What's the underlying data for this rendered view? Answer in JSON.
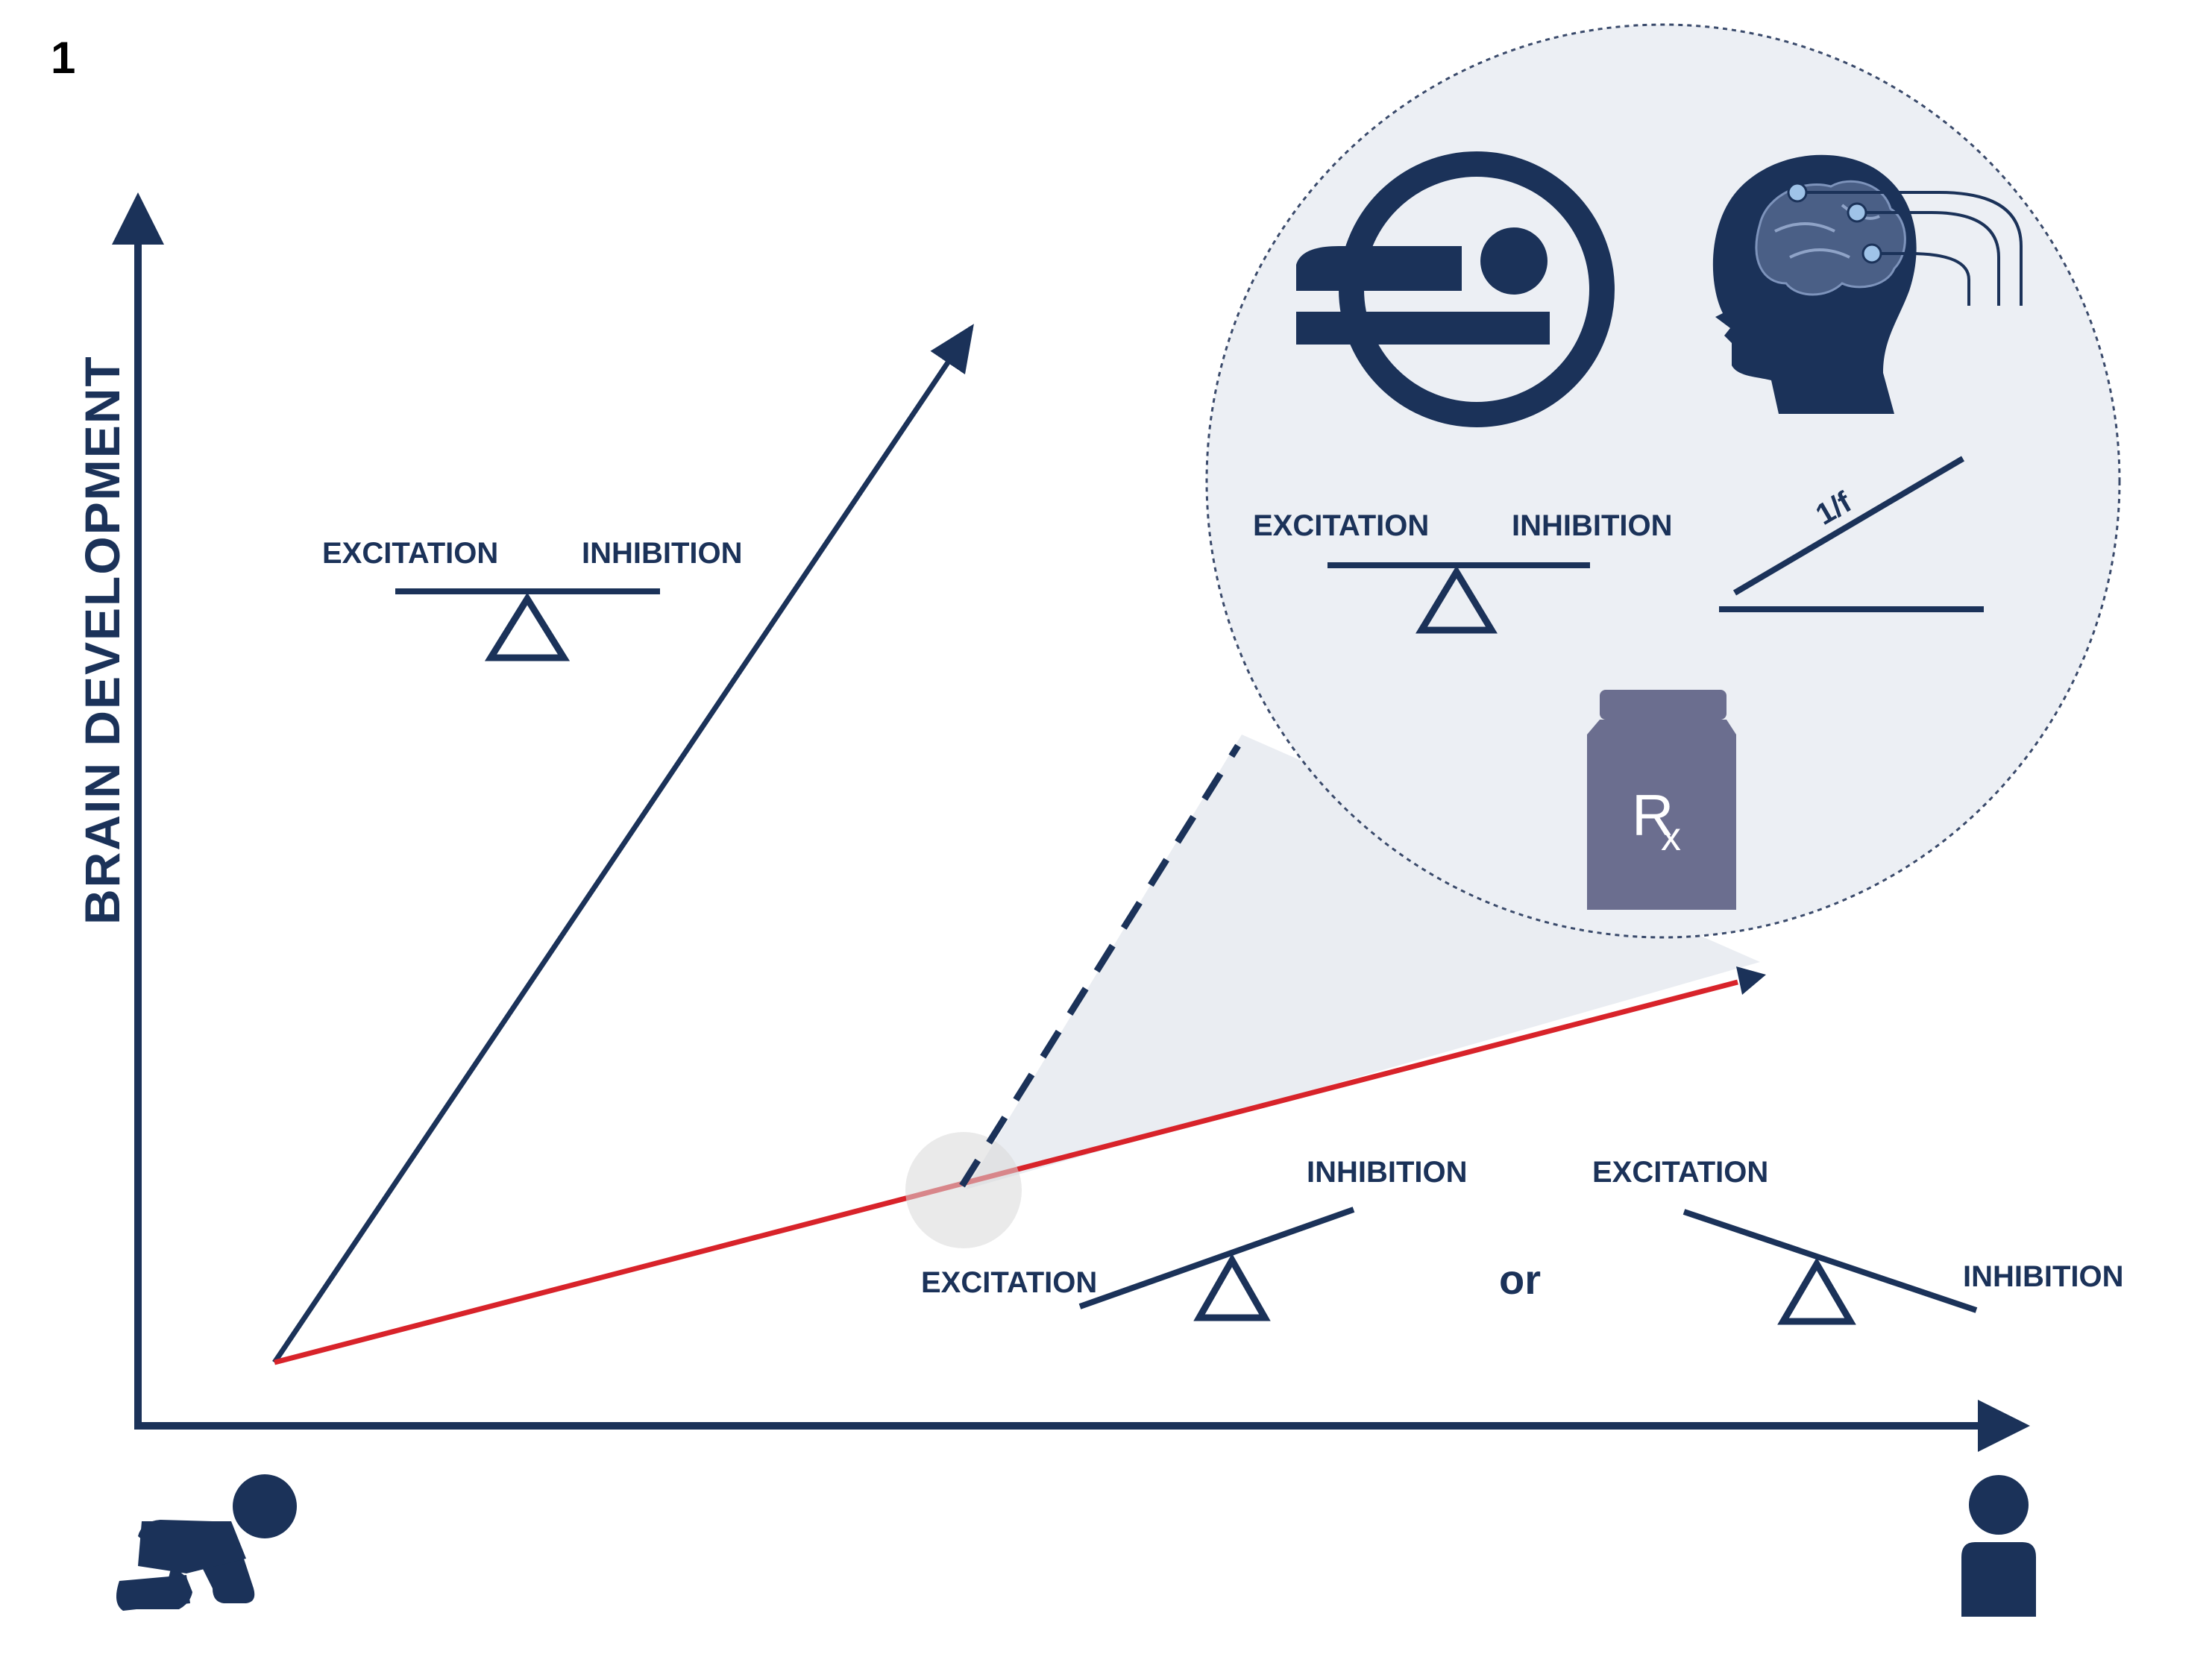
{
  "panel_label": "1",
  "y_axis_label": "BRAIN  DEVELOPMENT",
  "colors": {
    "navy": "#1b3259",
    "red": "#d8232a",
    "zoom_fill": "#eceff4",
    "weight_fill": "#6b6e8f"
  },
  "upper_balance": {
    "left": "EXCITATION",
    "right": "INHIBITION"
  },
  "zoom_panel": {
    "balance_left": "EXCITATION",
    "balance_right": "INHIBITION",
    "slope_label": "1/f",
    "weight_symbol": "R",
    "weight_subscript": "x",
    "icons": [
      "mri-scanner-icon",
      "eeg-head-icon",
      "rx-weight-icon"
    ]
  },
  "lower_balances": {
    "left_tilted": {
      "left": "EXCITATION",
      "right": "INHIBITION"
    },
    "separator": "or",
    "right_tilted": {
      "left": "EXCITATION",
      "right": "INHIBITION"
    }
  },
  "x_axis_icons": [
    "infant-icon",
    "adult-icon"
  ]
}
